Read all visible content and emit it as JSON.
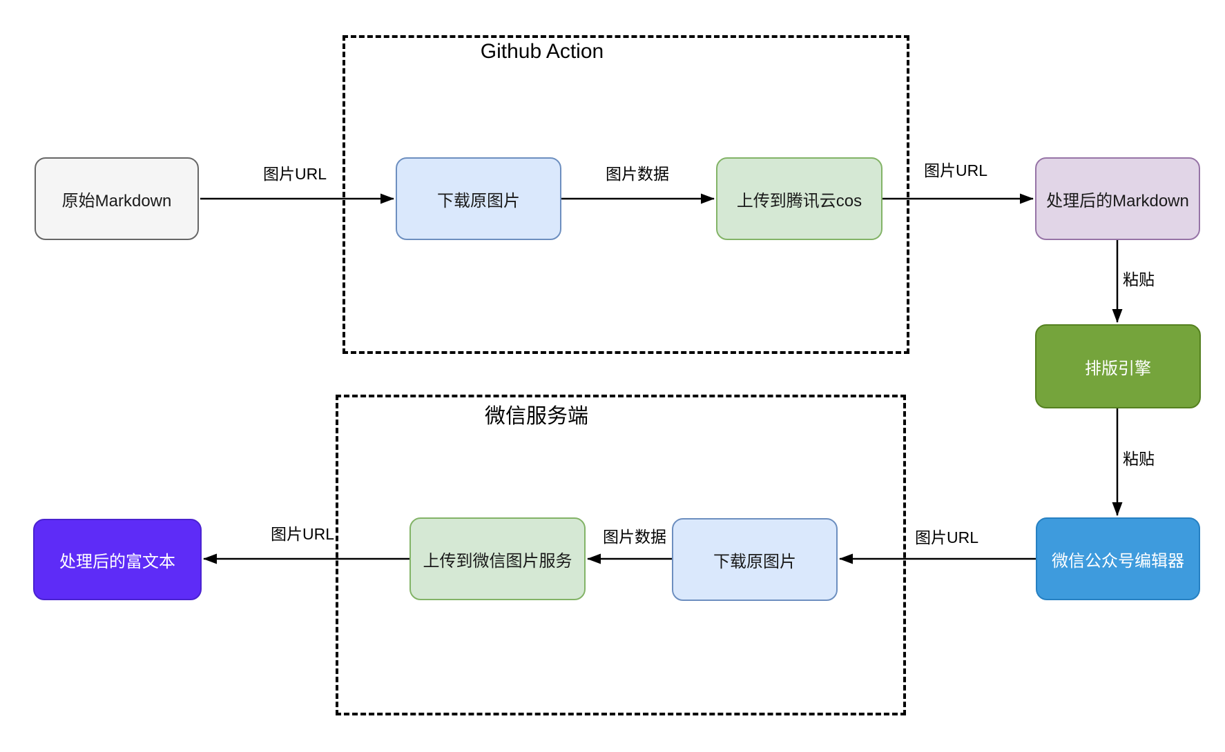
{
  "canvas": {
    "background": "#ffffff",
    "line_color": "#000000"
  },
  "groups": [
    {
      "id": "github-action",
      "label": "Github Action"
    },
    {
      "id": "wechat-server",
      "label": "微信服务端"
    }
  ],
  "nodes": [
    {
      "id": "original-markdown",
      "label": "原始Markdown",
      "fill": "#f5f5f5",
      "border": "#666666",
      "text": "#1a1a1a"
    },
    {
      "id": "download-image-top",
      "label": "下载原图片",
      "fill": "#dae8fc",
      "border": "#6c8ebf",
      "text": "#1a1a1a"
    },
    {
      "id": "upload-tencent-cos",
      "label": "上传到腾讯云cos",
      "fill": "#d5e8d4",
      "border": "#82b366",
      "text": "#1a1a1a"
    },
    {
      "id": "processed-markdown",
      "label": "处理后的Markdown",
      "fill": "#e1d5e7",
      "border": "#9673a6",
      "text": "#1a1a1a"
    },
    {
      "id": "layout-engine",
      "label": "排版引擎",
      "fill": "#75a43c",
      "border": "#54801f",
      "text": "#ffffff"
    },
    {
      "id": "wechat-editor",
      "label": "微信公众号编辑器",
      "fill": "#3e9bdd",
      "border": "#2680c2",
      "text": "#ffffff"
    },
    {
      "id": "download-image-bottom",
      "label": "下载原图片",
      "fill": "#dae8fc",
      "border": "#6c8ebf",
      "text": "#1a1a1a"
    },
    {
      "id": "upload-wechat-image",
      "label": "上传到微信图片服务",
      "fill": "#d5e8d4",
      "border": "#82b366",
      "text": "#1a1a1a"
    },
    {
      "id": "processed-richtext",
      "label": "处理后的富文本",
      "fill": "#5e2cf7",
      "border": "#4a22d0",
      "text": "#ffffff"
    }
  ],
  "edges": [
    {
      "id": "original-to-download",
      "label": "图片URL"
    },
    {
      "id": "download-to-cos",
      "label": "图片数据"
    },
    {
      "id": "cos-to-markdown",
      "label": "图片URL"
    },
    {
      "id": "markdown-to-engine",
      "label": "粘贴"
    },
    {
      "id": "engine-to-editor",
      "label": "粘贴"
    },
    {
      "id": "editor-to-download",
      "label": "图片URL"
    },
    {
      "id": "download-to-upload",
      "label": "图片数据"
    },
    {
      "id": "upload-to-richtext",
      "label": "图片URL"
    }
  ]
}
